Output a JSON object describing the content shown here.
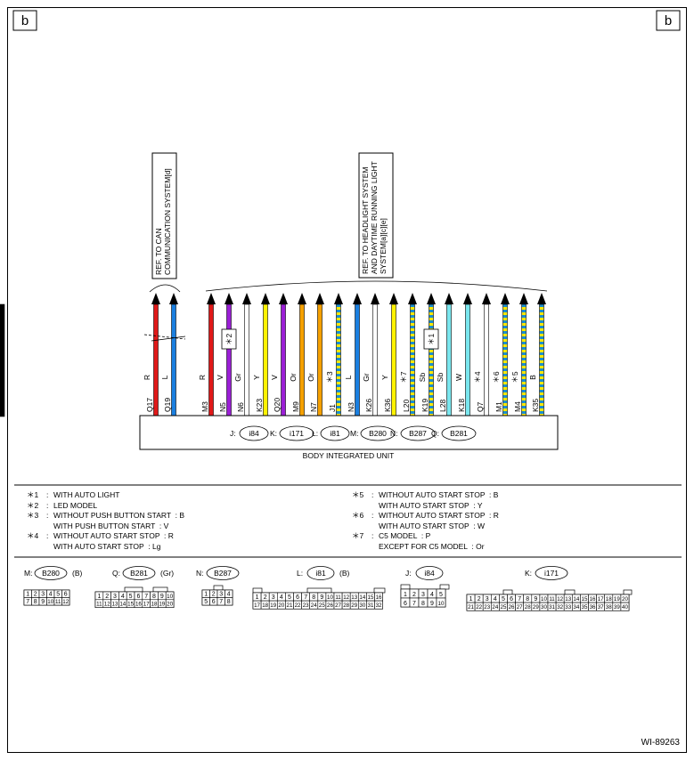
{
  "corner_badge": "b",
  "ref_can": [
    "REF. TO CAN",
    "COMMUNICATION SYSTEM[d]"
  ],
  "ref_headlight": [
    "REF. TO HEADLIGHT SYSTEM",
    "AND DAYTIME RUNNING LIGHT",
    "SYSTEM[a][c][e]"
  ],
  "unit_label": "BODY INTEGRATED UNIT",
  "colors": {
    "R": "#e01818",
    "L": "#1a7fe0",
    "V": "#9b1fd6",
    "Gr": "#ffffff",
    "Y": "#fff200",
    "Or": "#f5a000",
    "Sb": "#79e6ee",
    "W": "#ffffff",
    "B": "#000000",
    "stripe_a": "#1a8fd0",
    "stripe_b": "#ffe800"
  },
  "wires": [
    {
      "color": "R",
      "pin": "Q17",
      "mark": ""
    },
    {
      "color": "L",
      "pin": "Q19",
      "mark": ""
    },
    {
      "color": "R",
      "pin": "M3",
      "mark": ""
    },
    {
      "color": "V",
      "pin": "N5",
      "mark": "",
      "box": "＊2"
    },
    {
      "color": "Gr",
      "pin": "N6",
      "mark": ""
    },
    {
      "color": "Y",
      "pin": "K23",
      "mark": ""
    },
    {
      "color": "V",
      "pin": "Q20",
      "mark": ""
    },
    {
      "color": "Or",
      "pin": "M9",
      "mark": ""
    },
    {
      "color": "Or",
      "pin": "N7",
      "mark": ""
    },
    {
      "color": "",
      "pin": "J1",
      "mark": "＊3",
      "striped": true
    },
    {
      "color": "L",
      "pin": "N3",
      "mark": ""
    },
    {
      "color": "Gr",
      "pin": "K26",
      "mark": ""
    },
    {
      "color": "Y",
      "pin": "K36",
      "mark": ""
    },
    {
      "color": "",
      "pin": "L20",
      "mark": "＊7",
      "striped": true
    },
    {
      "color": "",
      "pin": "K19",
      "mark": "",
      "striped": true,
      "box": "＊1"
    },
    {
      "color": "Sb",
      "pin": "L28",
      "mark": ""
    },
    {
      "color": "Sb",
      "pin": "K18",
      "mark": ""
    },
    {
      "color": "W",
      "pin": "Q7",
      "mark": ""
    },
    {
      "color": "",
      "pin": "M1",
      "mark": "＊4",
      "striped": true
    },
    {
      "color": "",
      "pin": "M4",
      "mark": "＊6",
      "striped": true
    },
    {
      "color": "",
      "pin": "K35",
      "mark": "＊5",
      "striped": true
    },
    {
      "color": "B",
      "pin": "",
      "mark": ""
    }
  ],
  "wire_labels": [
    "R",
    "L",
    "R",
    "V",
    "Gr",
    "Y",
    "V",
    "Or",
    "Or",
    "＊3",
    "L",
    "Gr",
    "Y",
    "＊7",
    "Sb",
    "Sb",
    "W",
    "＊4",
    "＊6",
    "＊5",
    "B"
  ],
  "connectors_row": [
    {
      "prefix": "J:",
      "code": "i84"
    },
    {
      "prefix": "K:",
      "code": "i171"
    },
    {
      "prefix": "L:",
      "code": "i81"
    },
    {
      "prefix": "M:",
      "code": "B280"
    },
    {
      "prefix": "N:",
      "code": "B287"
    },
    {
      "prefix": "Q:",
      "code": "B281"
    }
  ],
  "notes_left": [
    {
      "mark": "＊1",
      "lines": [
        "WITH AUTO LIGHT"
      ]
    },
    {
      "mark": "＊2",
      "lines": [
        "LED MODEL"
      ]
    },
    {
      "mark": "＊3",
      "lines": [
        "WITHOUT PUSH BUTTON START  : B",
        "WITH PUSH BUTTON START  : V"
      ]
    },
    {
      "mark": "＊4",
      "lines": [
        "WITHOUT AUTO START STOP  : R",
        "WITH AUTO START STOP  : Lg"
      ]
    }
  ],
  "notes_right": [
    {
      "mark": "＊5",
      "lines": [
        "WITHOUT AUTO START STOP  : B",
        "WITH AUTO START STOP  : Y"
      ]
    },
    {
      "mark": "＊6",
      "lines": [
        "WITHOUT AUTO START STOP  : R",
        "WITH AUTO START STOP  : W"
      ]
    },
    {
      "mark": "＊7",
      "lines": [
        "C5 MODEL  : P",
        "EXCEPT FOR C5 MODEL  : Or"
      ]
    }
  ],
  "connector_views": [
    {
      "prefix": "M:",
      "code": "B280",
      "color": "(B)",
      "rows": [
        [
          "1",
          "2",
          "3",
          "4",
          "5",
          "6"
        ],
        [
          "7",
          "8",
          "9",
          "10",
          "11",
          "12"
        ]
      ]
    },
    {
      "prefix": "Q:",
      "code": "B281",
      "color": "(Gr)",
      "rows": [
        [
          "1",
          "2",
          "3",
          "4",
          "5",
          "6",
          "7",
          "8",
          "9",
          "10"
        ],
        [
          "11",
          "12",
          "13",
          "14",
          "15",
          "16",
          "17",
          "18",
          "19",
          "20"
        ]
      ]
    },
    {
      "prefix": "N:",
      "code": "B287",
      "color": "",
      "rows": [
        [
          "1",
          "2",
          "3",
          "4"
        ],
        [
          "5",
          "6",
          "7",
          "8"
        ]
      ]
    },
    {
      "prefix": "L:",
      "code": "i81",
      "color": "(B)",
      "rows": [
        [
          "1",
          "2",
          "3",
          "4",
          "5",
          "6",
          "7",
          "8",
          "9",
          "10",
          "11",
          "12",
          "13",
          "14",
          "15",
          "16"
        ],
        [
          "17",
          "18",
          "19",
          "20",
          "21",
          "22",
          "23",
          "24",
          "25",
          "26",
          "27",
          "28",
          "29",
          "30",
          "31",
          "32"
        ]
      ]
    },
    {
      "prefix": "J:",
      "code": "i84",
      "color": "",
      "rows": [
        [
          "1",
          "2",
          "3",
          "4",
          "5"
        ],
        [
          "6",
          "7",
          "8",
          "9",
          "10"
        ]
      ]
    },
    {
      "prefix": "K:",
      "code": "i171",
      "color": "",
      "rows": [
        [
          "1",
          "2",
          "3",
          "4",
          "5",
          "6",
          "7",
          "8",
          "9",
          "10",
          "11",
          "12",
          "13",
          "14",
          "15",
          "16",
          "17",
          "18",
          "19",
          "20"
        ],
        [
          "21",
          "22",
          "23",
          "24",
          "25",
          "26",
          "27",
          "28",
          "29",
          "30",
          "31",
          "32",
          "33",
          "34",
          "35",
          "36",
          "37",
          "38",
          "39",
          "40"
        ]
      ]
    }
  ],
  "figure_id": "WI-89263"
}
